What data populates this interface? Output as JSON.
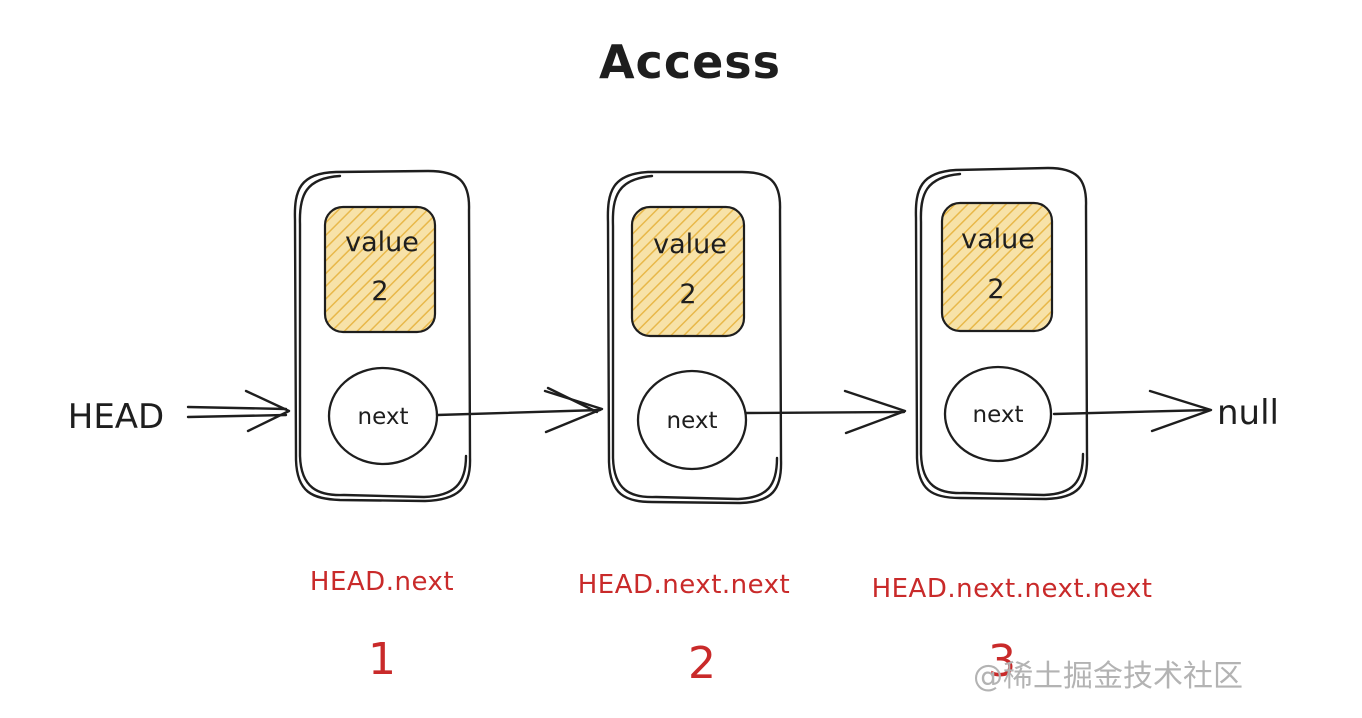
{
  "title": "Access",
  "head_label": "HEAD",
  "null_label": "null",
  "nodes": [
    {
      "value_label": "value",
      "value": "2",
      "next_label": "next"
    },
    {
      "value_label": "value",
      "value": "2",
      "next_label": "next"
    },
    {
      "value_label": "value",
      "value": "2",
      "next_label": "next"
    }
  ],
  "access_paths": [
    "HEAD.next",
    "HEAD.next.next",
    "HEAD.next.next.next"
  ],
  "access_counts": [
    "1",
    "2",
    "3"
  ],
  "watermark": "@稀土掘金技术社区",
  "colors": {
    "ink": "#1e1e1e",
    "value_fill": "#f2d58a",
    "value_hatch": "#e8b84a",
    "red": "#c92a2a",
    "watermark": "#b3b3b3"
  }
}
